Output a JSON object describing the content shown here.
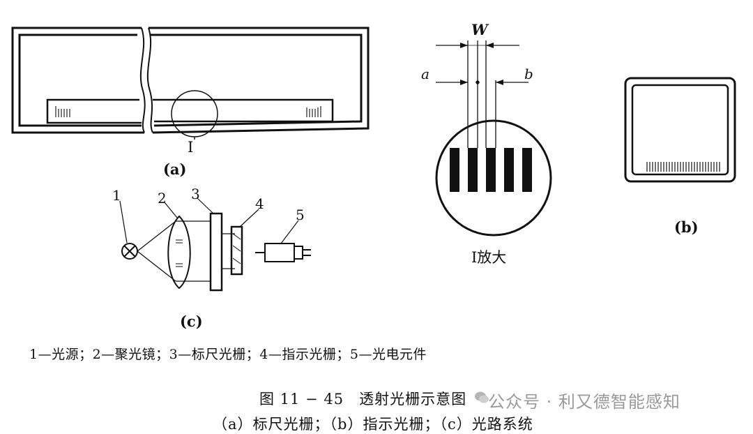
{
  "panels": {
    "a": {
      "caption": "(a)",
      "marker": "I"
    },
    "b": {
      "caption": "(b)"
    },
    "c": {
      "caption": "(c)",
      "numbers": [
        "1",
        "2",
        "3",
        "4",
        "5"
      ]
    },
    "enlarge": {
      "caption": "I放大",
      "w_label": "W",
      "a_label": "a",
      "b_label": "b"
    }
  },
  "legend": "1—光源；2—聚光镜；3—标尺光栅；4—指示光栅；5—光电元件",
  "figure": {
    "title": "图 11 − 45　透射光栅示意图",
    "subtitle": "（a）标尺光栅；（b）指示光栅；（c）光路系统"
  },
  "watermark": {
    "text": "公众号 · 利又德智能感知",
    "icon": "wechat-icon"
  }
}
